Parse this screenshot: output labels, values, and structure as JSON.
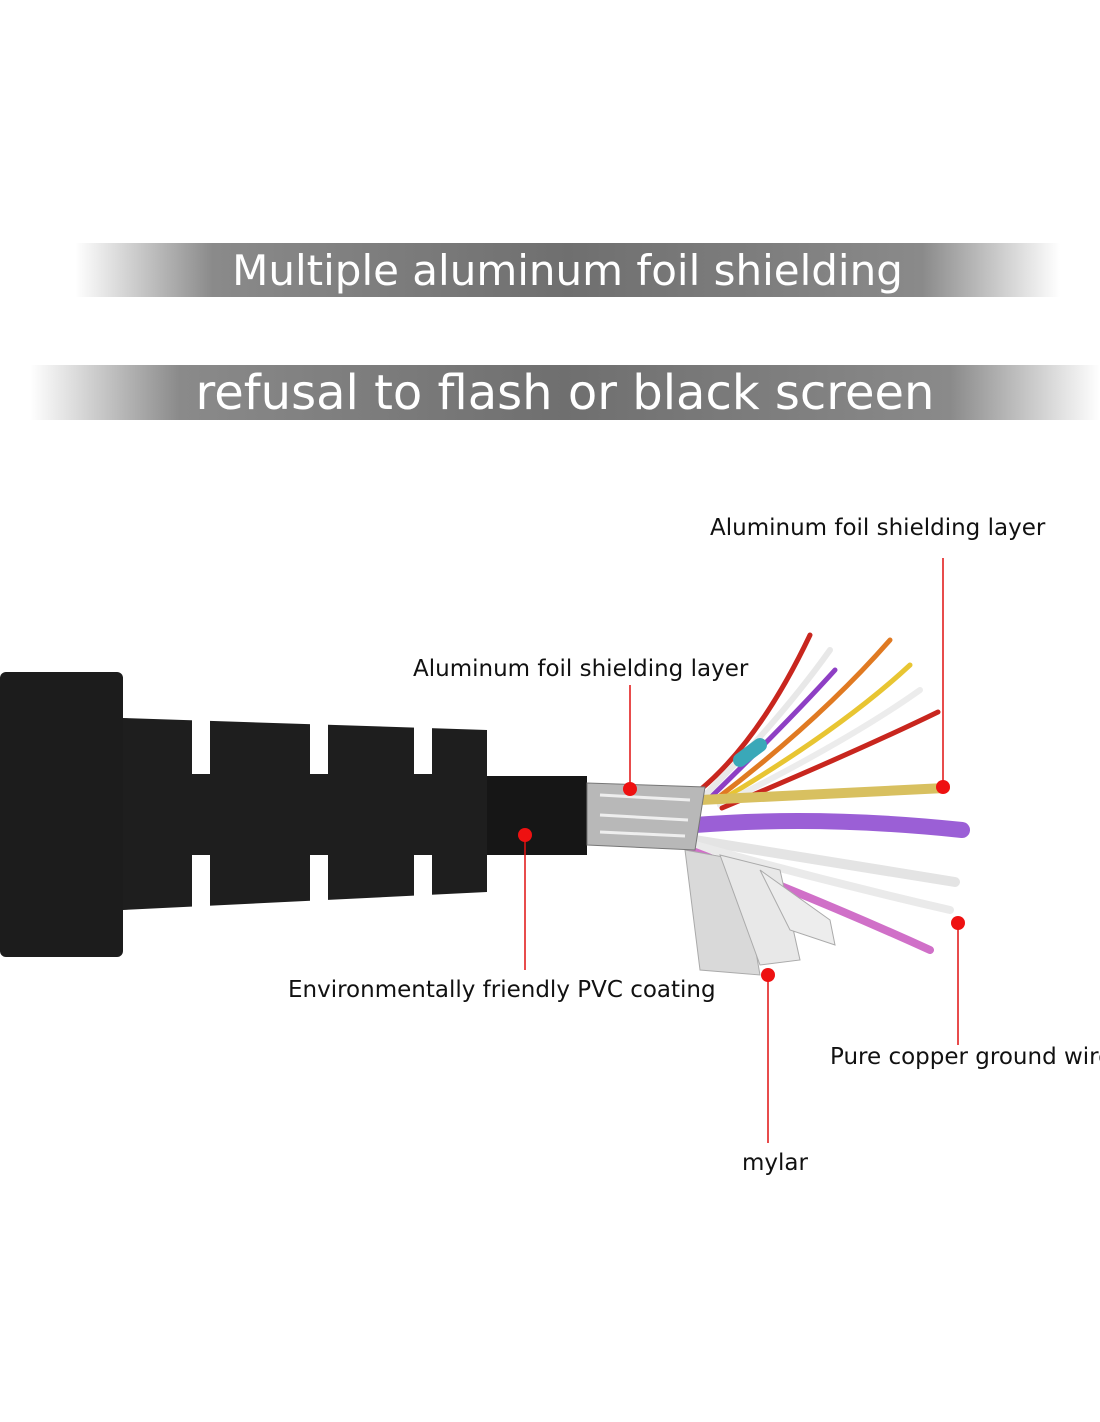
{
  "banners": {
    "top": "Multiple aluminum foil shielding",
    "bottom": "refusal to flash or black screen"
  },
  "labels": {
    "foil_outer": "Aluminum foil shielding layer",
    "foil_inner": "Aluminum foil shielding layer",
    "pvc": "Environmentally friendly PVC coating",
    "ground": "Pure copper ground wire",
    "mylar": "mylar"
  },
  "colors": {
    "callout": "#e01010",
    "cable": "#1a1a1a",
    "banner": "#6f6f6f"
  }
}
